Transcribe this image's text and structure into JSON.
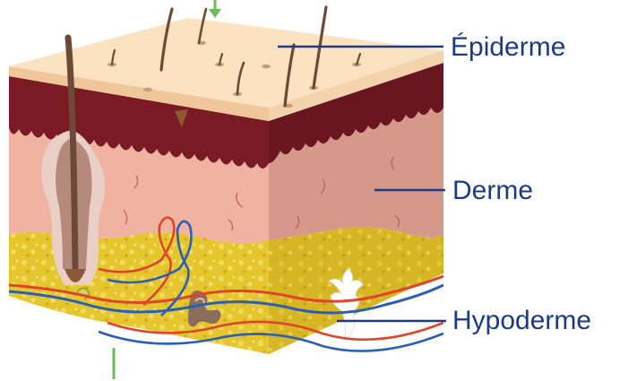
{
  "labels": {
    "epidermis": "Épiderme",
    "dermis": "Derme",
    "hypodermis": "Hypoderme"
  },
  "colors": {
    "label_text": "#1d3b84",
    "epidermis_surface": "#fbe3c1",
    "epidermis_edge": "#efc79a",
    "dermal_papillae": "#7a1a25",
    "dermis": "#f0b3a1",
    "dermis_side": "#d6988a",
    "hypodermis_fat": "#e5c62e",
    "artery": "#e0452a",
    "vein": "#2b5fb5",
    "arrow_green": "#6dbb5d"
  }
}
